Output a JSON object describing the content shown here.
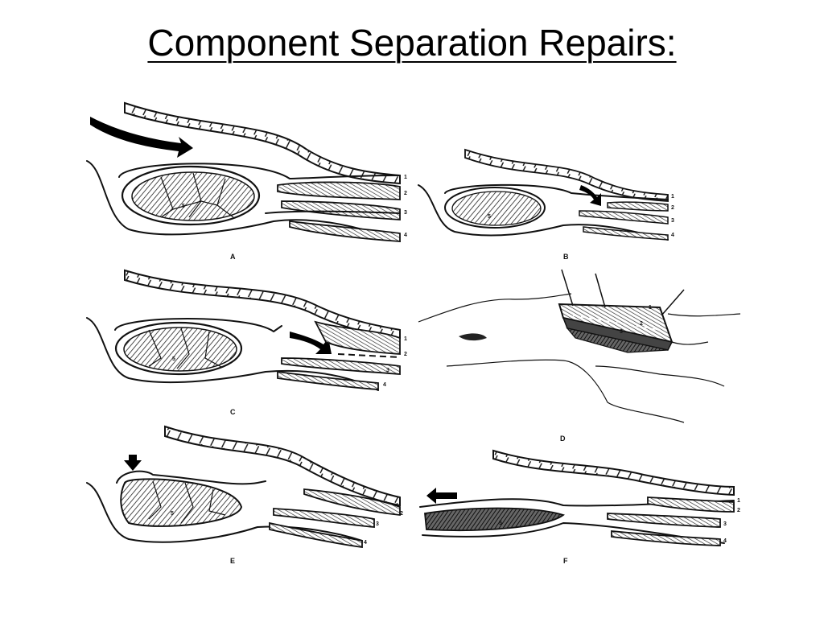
{
  "title": "Component Separation Repairs:",
  "panels": [
    {
      "id": "A",
      "label": "A",
      "layers": [
        "1",
        "2",
        "3",
        "4"
      ],
      "muscle": "5"
    },
    {
      "id": "B",
      "label": "B",
      "layers": [
        "1",
        "2",
        "3",
        "4"
      ],
      "muscle": "5"
    },
    {
      "id": "C",
      "label": "C",
      "layers": [
        "1",
        "2",
        "3",
        "4"
      ],
      "muscle": "5"
    },
    {
      "id": "D",
      "label": "D",
      "layers": [
        "1",
        "2",
        "3"
      ]
    },
    {
      "id": "E",
      "label": "E",
      "layers": [
        "2",
        "3",
        "4"
      ],
      "muscle": "5"
    },
    {
      "id": "F",
      "label": "F",
      "layers": [
        "1",
        "2",
        "3",
        "4"
      ],
      "muscle": "5"
    }
  ]
}
